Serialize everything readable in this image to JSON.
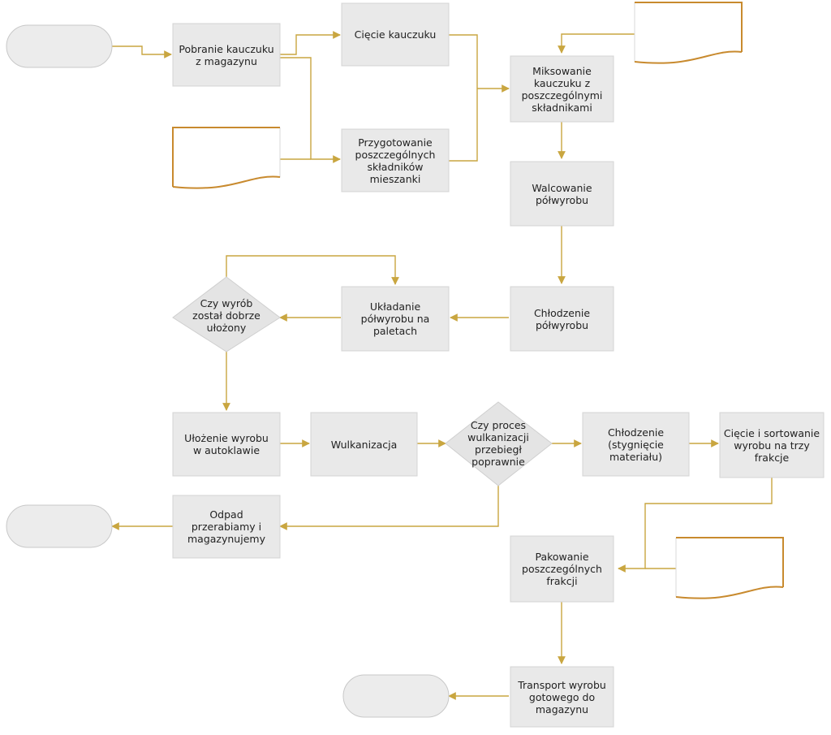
{
  "colors": {
    "arrow": "#c9a640",
    "document_edge": "#c88a2e",
    "process_fill": "#e9e9e9",
    "terminal_fill": "#ececec",
    "decision_fill": "#e4e4e4"
  },
  "nodes": {
    "pobranie": "Pobranie kauczuku\nz magazynu",
    "ciecie": "Cięcie kauczuku",
    "przygotowanie": "Przygotowanie\nposzczególnych\nskładników\nmieszanki",
    "miksowanie": "Miksowanie\nkauczuku z\nposzczególnymi\nskładnikami",
    "walcowanie": "Walcowanie\npółwyrobu",
    "chlodzenie_polwyrobu": "Chłodzenie\npółwyrobu",
    "ukladanie": "Układanie\npółwyrobu na\npaletach",
    "czy_wyrob": "Czy wyrób\nzostał dobrze\nułożony",
    "ulozenie": "Ułożenie wyrobu\nw autoklawie",
    "wulkanizacja": "Wulkanizacja",
    "czy_proces": "Czy proces\nwulkanizacji\nprzebiegł\npoprawnie",
    "chlodzenie_stygniecie": "Chłodzenie\n(stygnięcie\nmateriału)",
    "ciecie_sortowanie": "Cięcie i sortowanie\nwyrobu na trzy\nfrakcje",
    "odpad": "Odpad\nprzerabiamy i\nmagazynujemy",
    "pakowanie": "Pakowanie\nposzczególnych\nfrakcji",
    "transport": "Transport wyrobu\ngotowego do\nmagazynu"
  }
}
